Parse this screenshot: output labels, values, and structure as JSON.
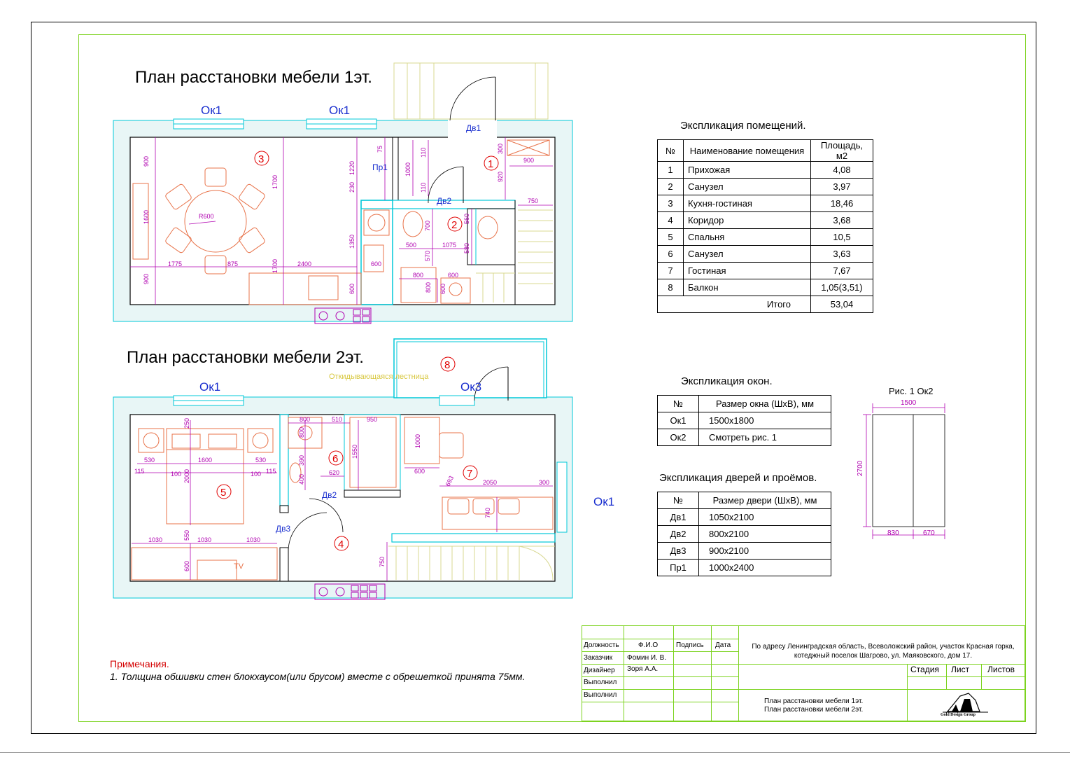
{
  "plans": {
    "floor1_title": "План расстановки мебели 1эт.",
    "floor2_title": "План расстановки мебели 2эт."
  },
  "floor1": {
    "window_labels": [
      "Ок1",
      "Ок1"
    ],
    "door_labels": {
      "dv1": "Дв1",
      "dv2": "Дв2",
      "pr1": "Пр1"
    },
    "room_numbers": [
      "3",
      "1",
      "2"
    ],
    "dims": [
      "900",
      "1700",
      "1600",
      "900",
      "1775",
      "875",
      "2400",
      "R600",
      "75",
      "1220",
      "230",
      "1350",
      "1700",
      "600",
      "600",
      "110",
      "1000",
      "110",
      "300",
      "900",
      "920",
      "750",
      "500",
      "1075",
      "700",
      "570",
      "560",
      "580",
      "800",
      "800",
      "600",
      "600"
    ]
  },
  "floor2": {
    "window_labels": [
      "Ок1",
      "Ок3",
      "Ок1"
    ],
    "door_labels": {
      "dv2": "Дв2",
      "dv3": "Дв3"
    },
    "room_numbers": [
      "5",
      "6",
      "7",
      "4",
      "8"
    ],
    "stair_note": "Откидывающаяся лестница",
    "tv_label": "TV",
    "dims": [
      "250",
      "530",
      "1600",
      "530",
      "115",
      "100",
      "100",
      "115",
      "2000",
      "1030",
      "550",
      "1030",
      "1030",
      "600",
      "800",
      "510",
      "950",
      "800",
      "390",
      "1550",
      "400",
      "620",
      "1000",
      "600",
      "693",
      "2050",
      "300",
      "740",
      "750"
    ]
  },
  "rooms_table": {
    "title": "Экспликация помещений.",
    "headers": [
      "№",
      "Наименование помещения",
      "Площадь, м2"
    ],
    "rows": [
      [
        "1",
        "Прихожая",
        "4,08"
      ],
      [
        "2",
        "Санузел",
        "3,97"
      ],
      [
        "3",
        "Кухня-гостиная",
        "18,46"
      ],
      [
        "4",
        "Коридор",
        "3,68"
      ],
      [
        "5",
        "Спальня",
        "10,5"
      ],
      [
        "6",
        "Санузел",
        "3,63"
      ],
      [
        "7",
        "Гостиная",
        "7,67"
      ],
      [
        "8",
        "Балкон",
        "1,05(3,51)"
      ]
    ],
    "total_label": "Итого",
    "total_value": "53,04"
  },
  "windows_table": {
    "title": "Экспликация окон.",
    "headers": [
      "№",
      "Размер окна (ШхВ), мм"
    ],
    "rows": [
      [
        "Ок1",
        "1500х1800"
      ],
      [
        "Ок2",
        "Смотреть рис. 1"
      ]
    ]
  },
  "doors_table": {
    "title": "Экспликация дверей и проёмов.",
    "headers": [
      "№",
      "Размер двери (ШхВ), мм"
    ],
    "rows": [
      [
        "Дв1",
        "1050х2100"
      ],
      [
        "Дв2",
        "800х2100"
      ],
      [
        "Дв3",
        "900х2100"
      ],
      [
        "Пр1",
        "1000х2400"
      ]
    ]
  },
  "figure": {
    "title": "Рис. 1 Ок2",
    "width": "1500",
    "height": "2700",
    "left": "830",
    "right": "670"
  },
  "notes": {
    "title": "Примечания.",
    "text": "1. Толщина обшивки стен блокхаусом(или брусом) вместе с обрешеткой принята 75мм."
  },
  "stamp": {
    "headers": [
      "Должность",
      "Ф.И.О",
      "Подпись",
      "Дата"
    ],
    "rows": [
      [
        "Заказчик",
        "Фомин И. В."
      ],
      [
        "Дизайнер",
        "Зоря А.А."
      ],
      [
        "Выполнил",
        ""
      ],
      [
        "Выполнил",
        ""
      ]
    ],
    "address": "По адресу Ленинградская область, Всеволожский район, участок Красная горка, котеджный поселок Шагрово, ул. Маяковского, дом 17.",
    "stage_headers": [
      "Стадия",
      "Лист",
      "Листов"
    ],
    "sheet_title_1": "План расстановки мебели 1эт.",
    "sheet_title_2": "План расстановки мебели 2эт.",
    "logo_text": "Gold Design Group"
  },
  "colors": {
    "frame_green": "#7cd31f",
    "wall_cyan": "#00c8d8",
    "dim_magenta": "#b000b0",
    "furniture_orange": "#e8734a",
    "label_blue": "#1a2fcf",
    "room_red": "#e00000",
    "stair_yellow": "#d8d890"
  }
}
